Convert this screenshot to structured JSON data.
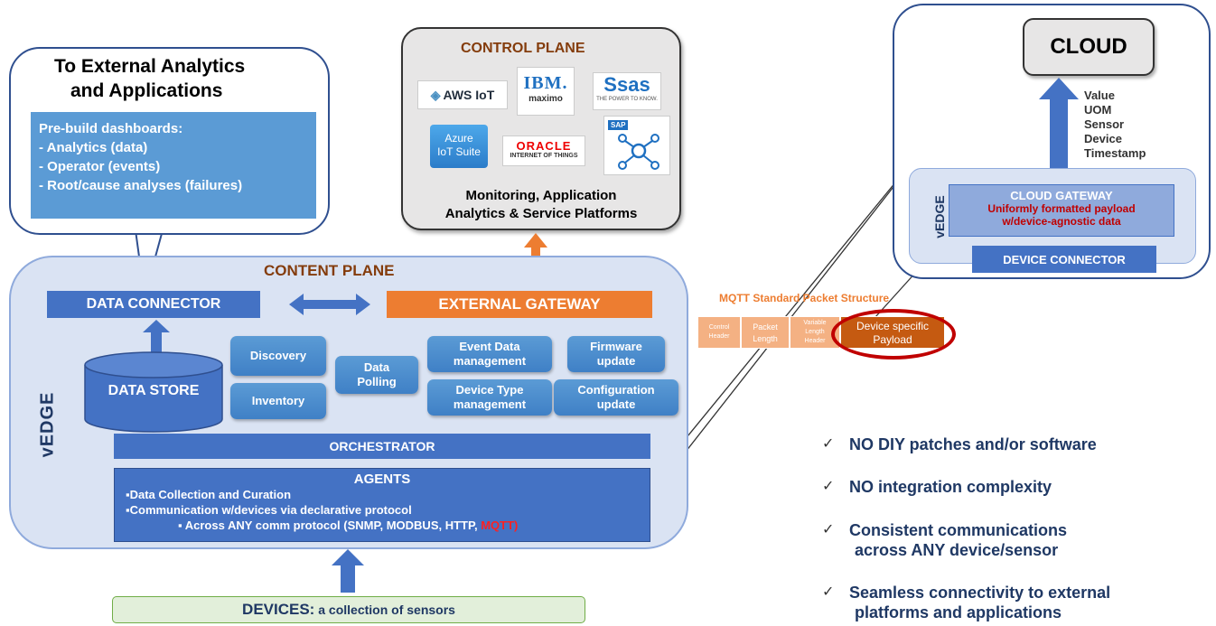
{
  "analytics": {
    "title_line1": "To External Analytics",
    "title_line2": "and Applications",
    "dashboards_header": "Pre-build dashboards:",
    "dashboards_items": [
      "- Analytics (data)",
      "- Operator (events)",
      "- Root/cause analyses (failures)"
    ]
  },
  "control_plane": {
    "title": "CONTROL PLANE",
    "logos": {
      "aws": "AWS IoT",
      "ibm": "IBM.",
      "ibm_sub": "maximo",
      "sas": "sas",
      "sas_sub": "THE POWER TO KNOW.",
      "azure_line1": "Azure",
      "azure_line2": "IoT Suite",
      "oracle": "ORACLE",
      "oracle_sub": "INTERNET OF THINGS",
      "sap": "SAP"
    },
    "caption_line1": "Monitoring, Application",
    "caption_line2": "Analytics & Service Platforms"
  },
  "cloud": {
    "title": "CLOUD",
    "fields": [
      "Value",
      "UOM",
      "Sensor",
      "Device",
      "Timestamp"
    ],
    "vedge_label": "vEDGE",
    "gateway_title": "CLOUD GATEWAY",
    "gateway_desc_line1": "Uniformly formatted payload",
    "gateway_desc_line2": "w/device-agnostic data",
    "device_connector": "DEVICE CONNECTOR"
  },
  "content_plane": {
    "title": "CONTENT PLANE",
    "vedge_label": "vEDGE",
    "data_connector": "DATA CONNECTOR",
    "external_gateway": "EXTERNAL GATEWAY",
    "data_store": "DATA STORE",
    "modules": {
      "discovery": "Discovery",
      "inventory": "Inventory",
      "data_polling_1": "Data",
      "data_polling_2": "Polling",
      "event_data_1": "Event Data",
      "event_data_2": "management",
      "device_type_1": "Device Type",
      "device_type_2": "management",
      "firmware_1": "Firmware",
      "firmware_2": "update",
      "config_1": "Configuration",
      "config_2": "update"
    },
    "orchestrator": "ORCHESTRATOR",
    "agents": {
      "title": "AGENTS",
      "line1": "▪Data Collection and Curation",
      "line2": "▪Communication w/devices via declarative protocol",
      "line3": "▪ Across ANY comm protocol (SNMP, MODBUS, HTTP, ",
      "line3_highlight": "MQTT)"
    }
  },
  "mqtt": {
    "title": "MQTT Standard Packet Structure",
    "cell1_line1": "Control",
    "cell1_line2": "Header",
    "cell2_line1": "Packet",
    "cell2_line2": "Length",
    "cell3_line1": "Variable",
    "cell3_line2": "Length",
    "cell3_line3": "Header",
    "payload_line1": "Device specific",
    "payload_line2": "Payload"
  },
  "devices": {
    "label_bold": "DEVICES:",
    "label_rest": " a collection of sensors"
  },
  "benefits": {
    "items": [
      {
        "line1": "NO DIY patches and/or software",
        "line2": ""
      },
      {
        "line1": "NO integration complexity",
        "line2": ""
      },
      {
        "line1": "Consistent communications",
        "line2": "across ANY device/sensor"
      },
      {
        "line1": "Seamless connectivity to external",
        "line2": "platforms and applications"
      }
    ],
    "check": "✓"
  },
  "colors": {
    "dark_blue": "#4472c4",
    "orange": "#ed7d31",
    "content_plane_title": "#843c0c",
    "cloud_text": "#1f3864",
    "highlight_red": "#c00000"
  }
}
